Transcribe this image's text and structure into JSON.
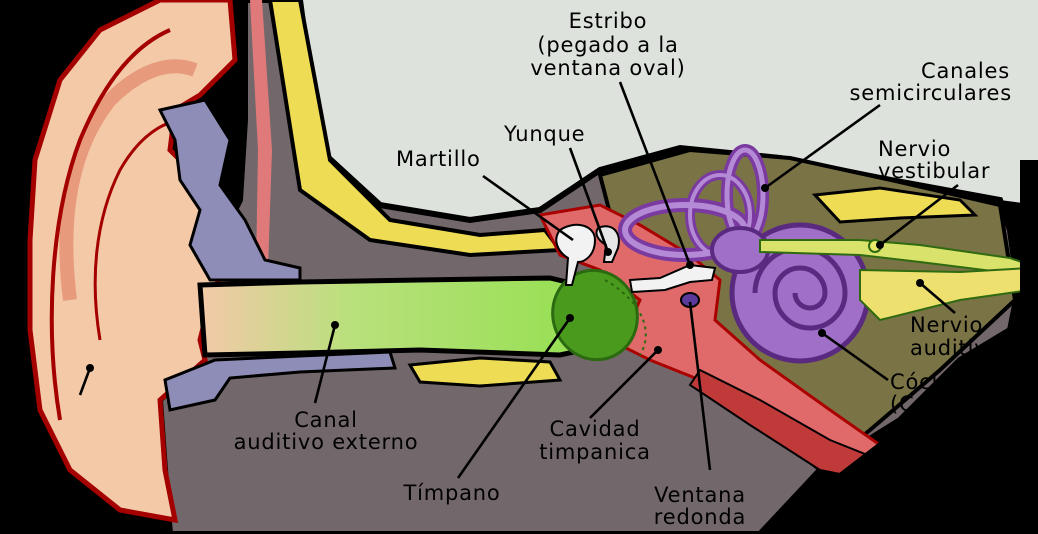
{
  "labels": {
    "estribo_1": "Estribo",
    "estribo_2": "(pegado a la",
    "estribo_3": "ventana oval)",
    "canales_1": "Canales",
    "canales_2": "semicirculares",
    "yunque": "Yunque",
    "martillo": "Martillo",
    "nervio_vest_1": "Nervio",
    "nervio_vest_2": "vestibular",
    "nervio_aud_1": "Nervio",
    "nervio_aud_2": "auditivo",
    "coclea_1": "Cóclea",
    "coclea_2": "(Caracol)",
    "canal_1": "Canal",
    "canal_2": "auditivo externo",
    "cavidad_1": "Cavidad",
    "cavidad_2": "timpanica",
    "timpano": "Tímpano",
    "ventana_1": "Ventana",
    "ventana_2": "redonda"
  }
}
